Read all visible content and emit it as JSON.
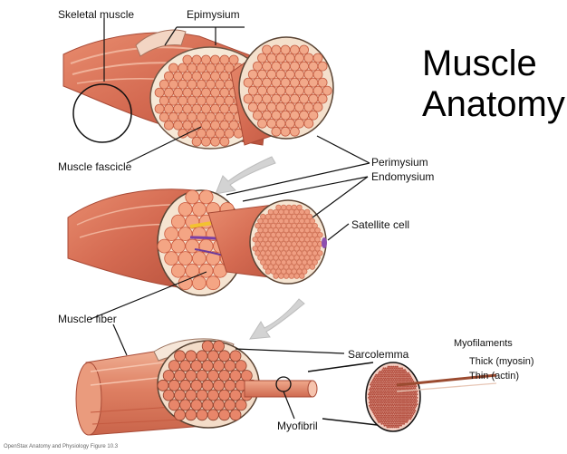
{
  "title": {
    "line1": "Muscle",
    "line2": "Anatomy"
  },
  "labels": {
    "skeletal_muscle": "Skeletal muscle",
    "epimysium": "Epimysium",
    "muscle_fascicle": "Muscle fascicle",
    "perimysium": "Perimysium",
    "endomysium": "Endomysium",
    "satellite_cell": "Satellite cell",
    "muscle_fiber": "Muscle fiber",
    "sarcolemma": "Sarcolemma",
    "myofibril": "Myofibril"
  },
  "myofilaments": {
    "heading": "Myofilaments",
    "thick": "Thick (myosin)",
    "thin": "Thin (actin)"
  },
  "credit": "OpenStax Anatomy and Physiology Figure 10.3",
  "colors": {
    "muscle": "#d9735a",
    "muscle_light": "#f3b9a0",
    "fiber": "#f4a27f",
    "fiber_edge": "#c9583d",
    "sheath": "#f7ecd9",
    "sheath_edge": "#8c6b55",
    "arrow": "#cfcfcf",
    "line": "#111111",
    "blood_blue": "#3e63c4",
    "nerve_purple": "#7a3fa5",
    "nerve_yellow": "#f2c230"
  }
}
